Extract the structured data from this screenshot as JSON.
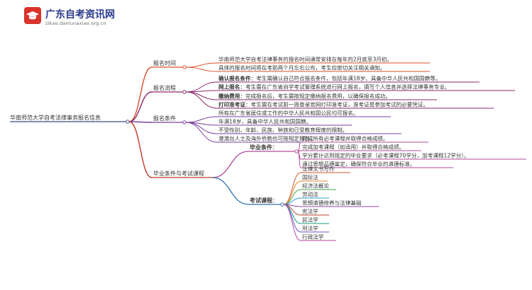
{
  "header": {
    "site_name": "广东自考资讯网",
    "site_url": "zikao.danlunaxiao.org.cn"
  },
  "mindmap": {
    "root": "华南师范大学自考法律事务报名信息",
    "branches": {
      "time": {
        "label": "报名时间",
        "items": [
          "华南师范大学自考法律事务的报名时间通常安排在每年的2月底至3月初。",
          "具体的报名时间将在考前两个月左右公布，考生应密切关注相关通知。"
        ]
      },
      "process": {
        "label": "报名流程",
        "items": [
          {
            "term": "确认报名条件",
            "text": "：考生需确认自己符合报名条件，包括年满18岁、具备中华人民共和国国籍等。"
          },
          {
            "term": "网上报名",
            "text": "：考生需在广东省自学考试管理系统进行网上报名，填写个人信息并选择法律事务专业。"
          },
          {
            "term": "缴纳费用",
            "text": "：完成报名后，考生需按规定缴纳报名费用，以确保报名成功。"
          },
          {
            "term": "打印准考证",
            "text": "：考生需在考试前一周登录官网打印准考证，准考证是参加考试的必要凭证。"
          }
        ]
      },
      "conditions": {
        "label": "报名条件",
        "items": [
          "所有在广东省居住或工作的中华人民共和国公民均可报名。",
          "年满18岁，具备中华人民共和国国籍。",
          "不受性别、年龄、民族、种族和已受教育程度的限制。",
          "港澳台人士及海外侨胞也可按规定报名。"
        ]
      },
      "graduation": {
        "label": "毕业条件与考试课程",
        "requirements": {
          "label": "毕业条件",
          "items": [
            "完成所有必考课程并取得合格成绩。",
            "完成加考课程（如适用）并取得合格成绩。",
            "学分累计达到规定的毕业要求（必考课程70学分，加考课程12学分）。",
            "通过思想品德鉴定，确保符合毕业的道德标准。"
          ]
        },
        "courses": {
          "label": "考试课程",
          "items": [
            "法律文书写作",
            "国际法",
            "经济法概论",
            "劳动法",
            "思想道德修养与法律基础",
            "宪法学",
            "民法学",
            "刑法学",
            "行政法学"
          ]
        }
      }
    }
  },
  "colors": {
    "root_line": "#3a4a8a",
    "time": "#d94f2b",
    "process": "#8e2a6b",
    "conditions": "#7a3fa0",
    "graduation": "#c0392b",
    "requirements": "#b04a9a",
    "courses": "#2a6fb0",
    "course_item_colors": [
      "#d94f2b",
      "#e08a1f",
      "#4aa14a",
      "#2a9bd1",
      "#8e44ad",
      "#c0392b",
      "#16a085",
      "#6a5acd",
      "#b04a9a"
    ]
  }
}
